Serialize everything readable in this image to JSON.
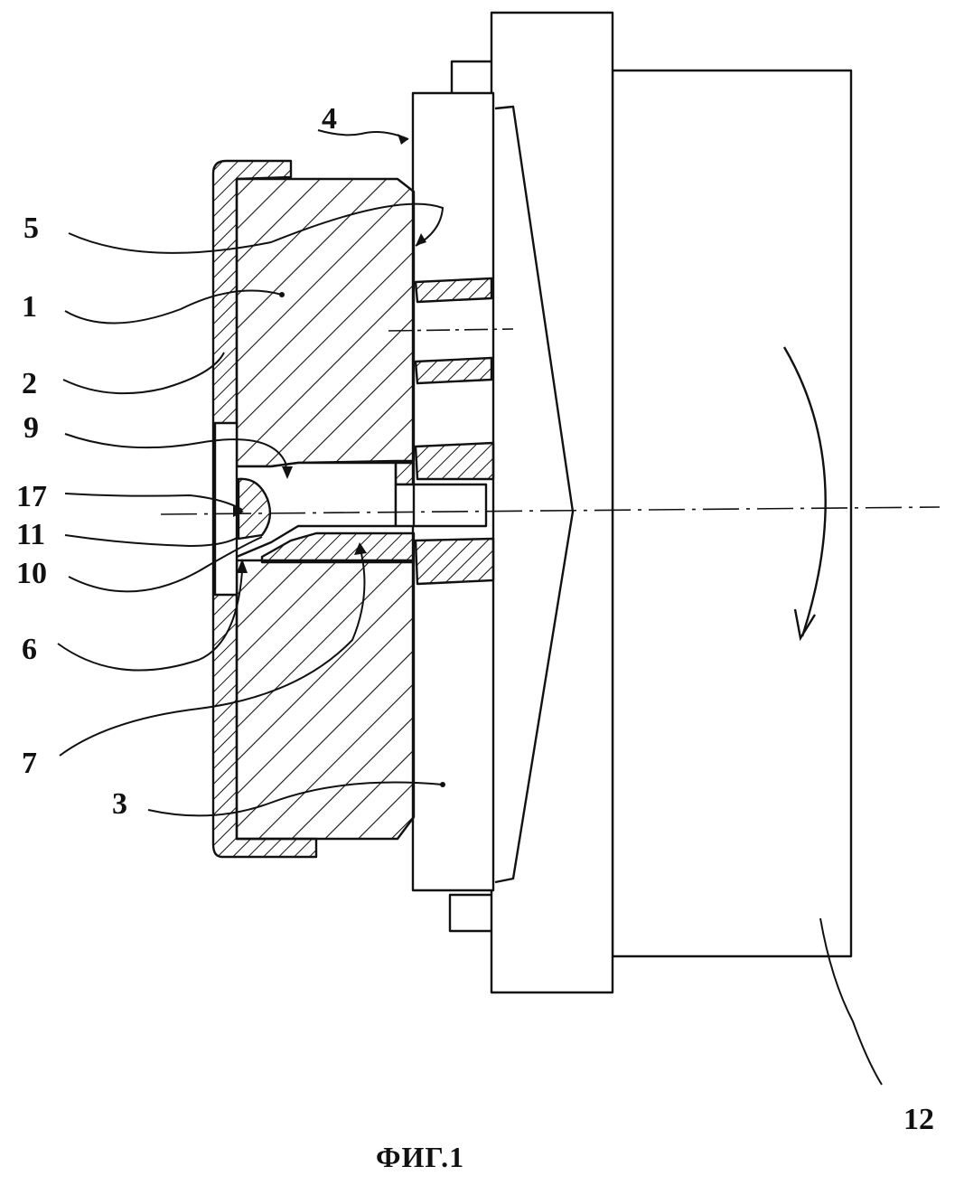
{
  "figure": {
    "caption": "ФИГ.1",
    "labels": {
      "l1": "1",
      "l2": "2",
      "l3": "3",
      "l4": "4",
      "l5": "5",
      "l6": "6",
      "l7": "7",
      "l9": "9",
      "l10": "10",
      "l11": "11",
      "l12": "12",
      "l17": "17"
    }
  }
}
